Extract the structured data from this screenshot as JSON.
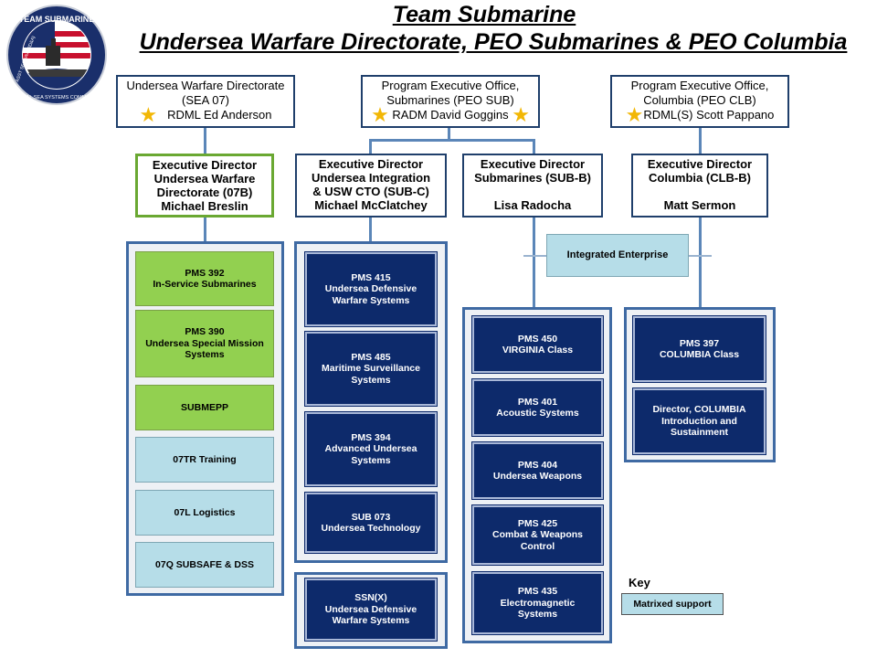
{
  "title": {
    "line1": "Team Submarine",
    "line2": "Undersea Warfare Directorate, PEO Submarines & PEO Columbia"
  },
  "logo": {
    "text_top": "TEAM SUBMARINE",
    "text_bottom": "NAVAL SEA SYSTEMS COMMAND",
    "text_left": "ASST SECNAV (RD&A)"
  },
  "leaders": [
    {
      "line1": "Undersea Warfare Directorate",
      "line2": "(SEA 07)",
      "name": "RDML Ed Anderson"
    },
    {
      "line1": "Program Executive Office,",
      "line2": "Submarines (PEO SUB)",
      "name": "RADM David Goggins"
    },
    {
      "line1": "Program Executive Office,",
      "line2": "Columbia (PEO CLB)",
      "name": "RDML(S) Scott Pappano"
    }
  ],
  "executives": [
    {
      "lines": [
        "Executive Director",
        "Undersea Warfare",
        "Directorate (07B)",
        "Michael Breslin"
      ]
    },
    {
      "lines": [
        "Executive Director",
        "Undersea Integration",
        "& USW CTO (SUB-C)",
        "Michael McClatchey"
      ]
    },
    {
      "lines": [
        "Executive Director",
        "Submarines (SUB-B)",
        "",
        "Lisa Radocha"
      ]
    },
    {
      "lines": [
        "Executive Director",
        "Columbia (CLB-B)",
        "",
        "Matt Sermon"
      ]
    }
  ],
  "sea07_units": [
    {
      "lines": [
        "PMS 392",
        "In-Service Submarines"
      ]
    },
    {
      "lines": [
        "PMS 390",
        "Undersea  Special Mission",
        "Systems"
      ]
    },
    {
      "lines": [
        "SUBMEPP"
      ]
    },
    {
      "lines": [
        "07TR Training"
      ]
    },
    {
      "lines": [
        "07L Logistics"
      ]
    },
    {
      "lines": [
        "07Q SUBSAFE & DSS"
      ]
    }
  ],
  "subc_units": [
    {
      "lines": [
        "PMS 415",
        "Undersea  Defensive",
        "Warfare Systems"
      ]
    },
    {
      "lines": [
        "PMS 485",
        "Maritime Surveillance",
        "Systems"
      ]
    },
    {
      "lines": [
        "PMS 394",
        "Advanced Undersea",
        "Systems"
      ]
    },
    {
      "lines": [
        "SUB 073",
        "Undersea Technology"
      ]
    }
  ],
  "ssnx_unit": {
    "lines": [
      "SSN(X)",
      "Undersea Defensive",
      "Warfare Systems"
    ]
  },
  "subb_units": [
    {
      "lines": [
        "PMS 450",
        "VIRGINIA Class"
      ]
    },
    {
      "lines": [
        "PMS 401",
        "Acoustic Systems"
      ]
    },
    {
      "lines": [
        "PMS 404",
        "Undersea Weapons"
      ]
    },
    {
      "lines": [
        "PMS 425",
        "Combat & Weapons",
        "Control"
      ]
    },
    {
      "lines": [
        "PMS 435",
        "Electromagnetic",
        "Systems"
      ]
    }
  ],
  "clb_units": [
    {
      "lines": [
        "PMS 397",
        "COLUMBIA Class"
      ]
    },
    {
      "lines": [
        "Director, COLUMBIA",
        "Introduction  and",
        "Sustainment"
      ]
    }
  ],
  "integrated_enterprise": "Integrated Enterprise",
  "key": {
    "title": "Key",
    "item": "Matrixed support"
  },
  "colors": {
    "navy": "#0d2a6b",
    "green": "#92d050",
    "light_blue": "#b6dde8",
    "line": "#5b86b8"
  }
}
